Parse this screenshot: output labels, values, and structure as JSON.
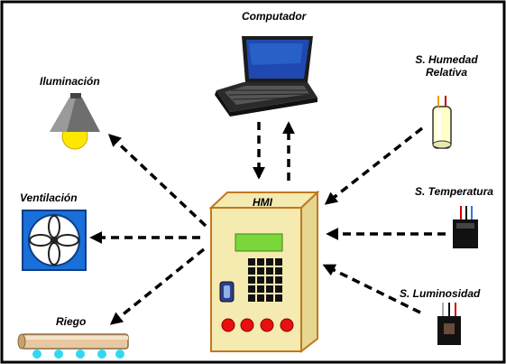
{
  "nodes": {
    "computer": "Computador",
    "lighting": "Iluminación",
    "humidity_sensor_line1": "S. Humedad",
    "humidity_sensor_line2": "Relativa",
    "ventilation": "Ventilación",
    "hmi": "HMI",
    "temperature_sensor": "S. Temperatura",
    "irrigation": "Riego",
    "luminosity_sensor": "S. Luminosidad"
  },
  "colors": {
    "cabinet_fill": "#f5eab0",
    "cabinet_border": "#c07820",
    "screen_green": "#7ad63a",
    "keypad_black": "#111111",
    "buttons_red": "#e81010",
    "fan_blue": "#1a6fd8",
    "lamp_yellow": "#ffe800",
    "lamp_shade": "#6e6e6e",
    "pipe_tan": "#e8c8a0",
    "water_cyan": "#34d8ee",
    "frame_black": "#000000"
  },
  "edges": [
    {
      "from": "HMI",
      "to": "Computador"
    },
    {
      "from": "Computador",
      "to": "HMI"
    },
    {
      "from": "HMI",
      "to": "Iluminación"
    },
    {
      "from": "HMI",
      "to": "Ventilación"
    },
    {
      "from": "HMI",
      "to": "Riego"
    },
    {
      "from": "S. Humedad Relativa",
      "to": "HMI"
    },
    {
      "from": "S. Temperatura",
      "to": "HMI"
    },
    {
      "from": "S. Luminosidad",
      "to": "HMI"
    }
  ]
}
